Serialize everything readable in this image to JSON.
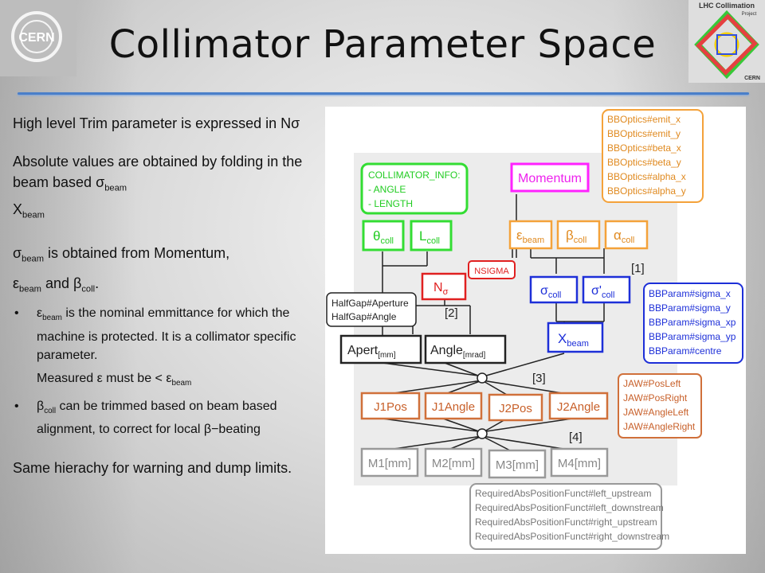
{
  "slide": {
    "title": "Collimator Parameter Space",
    "logo_left_text": "CERN",
    "logo_right": {
      "line1": "LHC Collimation",
      "line2": "Project",
      "line3": "CERN"
    }
  },
  "text_panel": {
    "p1": "High level Trim parameter is expressed in Nσ",
    "p2a": "Absolute values are obtained by folding in the beam based σ",
    "p2_sub": "beam",
    "p2b": "X",
    "p2b_sub": "beam",
    "p3a": "σ",
    "p3a_sub": "beam",
    "p3b": " is obtained from Momentum,",
    "p4a": "ε",
    "p4a_sub": "beam",
    "p4b": " and β",
    "p4b_sub": "coll",
    "p4c": ".",
    "bullet1": {
      "a": "ε",
      "a_sub": "beam",
      "b": " is the nominal emmittance for which the machine is protected. It is a collimator specific parameter.",
      "c": "Measured ε must be < ε",
      "c_sub": "beam"
    },
    "bullet2": {
      "a": "β",
      "a_sub": "coll",
      "b": " can be trimmed based on beam based alignment, to correct for local β−beating"
    },
    "p5": "Same hierachy for warning and dump limits.",
    "bullet_glyph": "•"
  },
  "diagram": {
    "colors": {
      "green": "#33dd33",
      "magenta": "#ff22ff",
      "orange": "#f4a23a",
      "red": "#e02020",
      "blue": "#1d2fd8",
      "black": "#222222",
      "rust": "#d0703a",
      "gray": "#999999",
      "bg": "#ececec"
    },
    "collimator_info": [
      "COLLIMATOR_INFO:",
      "- ANGLE",
      "- LENGTH"
    ],
    "theta_coll": {
      "main": "θ",
      "sub": "coll"
    },
    "l_coll": {
      "main": "L",
      "sub": "coll"
    },
    "momentum": "Momentum",
    "eps_beam": {
      "main": "ε",
      "sub": "beam"
    },
    "beta_coll": {
      "main": "β",
      "sub": "coll"
    },
    "alpha_coll": {
      "main": "α",
      "sub": "coll"
    },
    "bboptics": [
      "BBOptics#emit_x",
      "BBOptics#emit_y",
      "BBOptics#beta_x",
      "BBOptics#beta_y",
      "BBOptics#alpha_x",
      "BBOptics#alpha_y"
    ],
    "label_1": "[1]",
    "nsigma_tag": "NSIGMA",
    "n_sigma": {
      "main": "N",
      "sub": "σ"
    },
    "sigma_coll": {
      "main": "σ",
      "sub": "coll"
    },
    "sigma_prime_coll": {
      "main": "σ'",
      "sub": "coll"
    },
    "bbparam": [
      "BBParam#sigma_x",
      "BBParam#sigma_y",
      "BBParam#sigma_xp",
      "BBParam#sigma_yp",
      "BBParam#centre"
    ],
    "halfgap": [
      "HalfGap#Aperture",
      "HalfGap#Angle"
    ],
    "label_2": "[2]",
    "x_beam": {
      "main": "X",
      "sub": "beam"
    },
    "apert": {
      "main": "Apert",
      "sub": "[mm]"
    },
    "angle": {
      "main": "Angle",
      "sub": "[mrad]"
    },
    "label_3": "[3]",
    "jaws": [
      "J1Pos",
      "J1Angle",
      "J2Pos",
      "J2Angle"
    ],
    "jaw_params": [
      "JAW#PosLeft",
      "JAW#PosRight",
      "JAW#AngleLeft",
      "JAW#AngleRight"
    ],
    "label_4": "[4]",
    "motors": [
      "M1[mm]",
      "M2[mm]",
      "M3[mm]",
      "M4[mm]"
    ],
    "required_funcs": [
      "RequiredAbsPositionFunct#left_upstream",
      "RequiredAbsPositionFunct#left_downstream",
      "RequiredAbsPositionFunct#right_upstream",
      "RequiredAbsPositionFunct#right_downstream"
    ]
  }
}
